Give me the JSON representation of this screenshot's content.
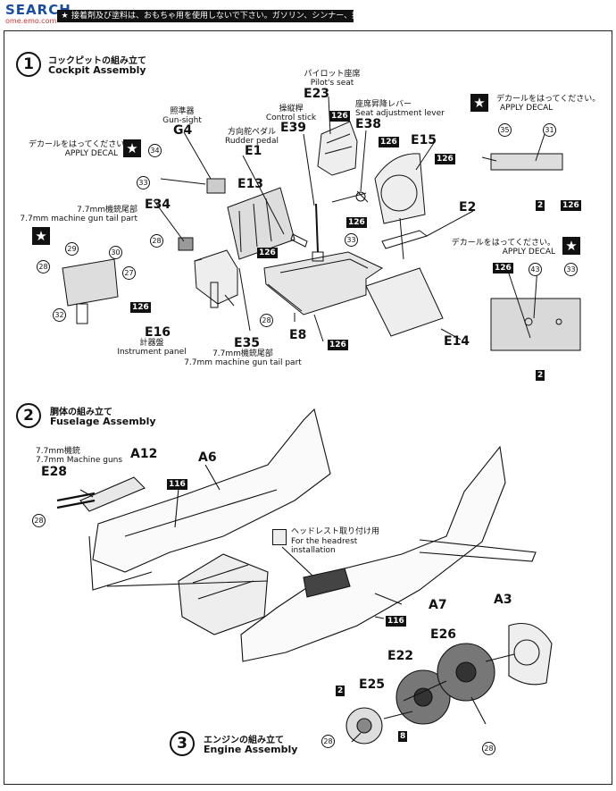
{
  "watermark": {
    "logo": "SEARCH",
    "url": "ome.emo.com"
  },
  "header_notice": "接着剤及び塗料は、おもちゃ用を使用しないで下さい。ガソリン、シンナー、接着剤、塗料などの可燃性のものの近くでは、絶対に火気を使用しないで下さい。",
  "step1": {
    "number": "1",
    "title_jp": "コックピットの組み立て",
    "title_en": "Cockpit Assembly",
    "pilot_seat": {
      "jp": "パイロット座席",
      "en": "Pilot's seat",
      "code": "E23"
    },
    "control_stick": {
      "jp": "操縦桿",
      "en": "Control stick",
      "code": "E39"
    },
    "seat_lever": {
      "jp": "座席昇降レバー",
      "en": "Seat adjustment lever",
      "code": "E38"
    },
    "gun_sight": {
      "jp": "照準器",
      "en": "Gun-sight",
      "code": "G4"
    },
    "rudder_pedal": {
      "jp": "方向舵ペダル",
      "en": "Rudder pedal",
      "code": "E1"
    },
    "apply_decal_left": {
      "jp": "デカールをはってください。",
      "en": "APPLY DECAL"
    },
    "apply_decal_right": {
      "jp": "デカールをはってください。",
      "en": "APPLY DECAL"
    },
    "apply_decal_lower": {
      "jp": "デカールをはってください。",
      "en": "APPLY DECAL"
    },
    "e34": {
      "jp": "7.7mm機銃尾部",
      "en": "7.7mm machine gun tail part",
      "code": "E34"
    },
    "e35": {
      "jp": "7.7mm機銃尾部",
      "en": "7.7mm machine gun tail part",
      "code": "E35"
    },
    "instrument_panel": {
      "jp": "計器盤",
      "en": "Instrument panel",
      "code": "E16"
    },
    "codes": {
      "e13": "E13",
      "e15": "E15",
      "e2": "E2",
      "e8": "E8",
      "e14": "E14"
    },
    "boxes": [
      "126",
      "126",
      "126",
      "126",
      "126",
      "126",
      "126",
      "2",
      "126",
      "2"
    ],
    "circles": [
      "34",
      "33",
      "28",
      "29",
      "30",
      "27",
      "28",
      "32",
      "33",
      "28",
      "35",
      "31",
      "43",
      "33"
    ]
  },
  "step2": {
    "number": "2",
    "title_jp": "胴体の組み立て",
    "title_en": "Fuselage Assembly",
    "machine_guns": {
      "jp": "7.7mm機銃",
      "en": "7.7mm Machine guns",
      "code": "E28"
    },
    "codes": {
      "a12": "A12",
      "a6": "A6",
      "a7": "A7",
      "b116a": "116",
      "b116b": "116",
      "c28": "28"
    },
    "headrest": {
      "jp": "ヘッドレスト取り付け用",
      "en": "For the headrest installation"
    }
  },
  "step3": {
    "number": "3",
    "title_jp": "エンジンの組み立て",
    "title_en": "Engine Assembly",
    "codes": {
      "a3": "A3",
      "e26": "E26",
      "e22": "E22",
      "e25": "E25",
      "b2": "2",
      "b8": "8",
      "c28a": "28",
      "c28b": "28"
    }
  },
  "colors": {
    "ink": "#111111",
    "paper": "#ffffff",
    "panel": "#d9d9d9",
    "watermark_blue": "#1a4fa0"
  }
}
